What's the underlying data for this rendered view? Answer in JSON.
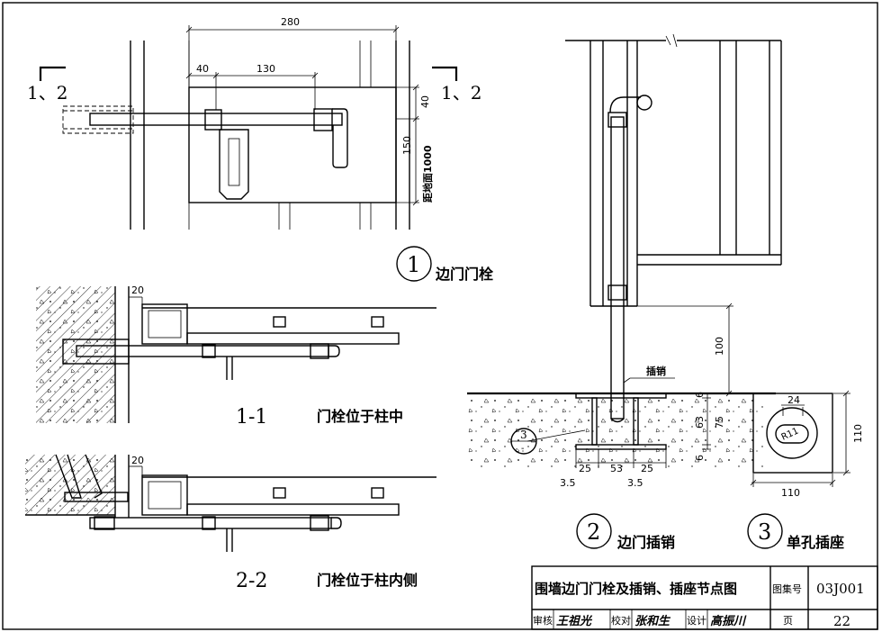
{
  "details": {
    "d1": {
      "number": "1",
      "title": "边门门栓"
    },
    "d2": {
      "number": "2",
      "title": "边门插销"
    },
    "d3": {
      "number": "3",
      "title": "单孔插座"
    }
  },
  "section_marks": {
    "left": "1、2",
    "right": "1、2"
  },
  "sections": {
    "s1": {
      "label": "1-1",
      "caption": "门栓位于柱中"
    },
    "s2": {
      "label": "2-2",
      "caption": "门栓位于柱内侧"
    }
  },
  "dimensions": {
    "top_overall": "280",
    "top_left": "40",
    "top_mid": "130",
    "right_40": "40",
    "right_150": "150",
    "right_note": "距地面1000",
    "sec_20a": "20",
    "sec_20b": "20",
    "pin_100": "100",
    "pin_6a": "6",
    "pin_63": "63",
    "pin_75": "75",
    "pin_6b": "6",
    "pin_25a": "25",
    "pin_53": "53",
    "pin_25b": "25",
    "pin_35a": "3.5",
    "pin_35b": "3.5",
    "socket_24": "24",
    "socket_r11": "R11",
    "socket_110_h": "110",
    "socket_110_v": "110"
  },
  "pin_label": "插销",
  "callout_ref": {
    "number": "3",
    "sheet": "-"
  },
  "title_block": {
    "title": "围墙边门门栓及插销、插座节点图",
    "atlas_label": "图集号",
    "atlas_no": "03J001",
    "review_label": "审核",
    "review_sig": "王祖光",
    "check_label": "校对",
    "check_sig": "张和生",
    "design_label": "设计",
    "design_sig": "高振川",
    "page_label": "页",
    "page_no": "22"
  }
}
